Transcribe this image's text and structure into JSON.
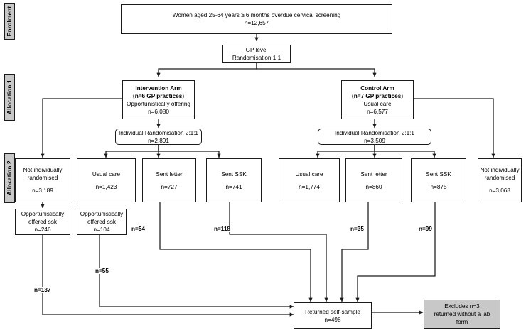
{
  "diagram": {
    "title": "CONSORT participant flow diagram",
    "stages": [
      {
        "id": "enrolment",
        "label": "Enrolment"
      },
      {
        "id": "allocation1",
        "label": "Allocation 1"
      },
      {
        "id": "allocation2",
        "label": "Allocation 2"
      }
    ],
    "nodes": {
      "eligible": {
        "name": "eligible-population-box",
        "lines": [
          {
            "text": "Women aged 25-64 years ≥ 6 months overdue cervical screening",
            "bold": false
          },
          {
            "text": "n=12,657",
            "bold": false
          }
        ]
      },
      "gp_randomisation": {
        "name": "gp-level-randomisation-box",
        "lines": [
          {
            "text": "GP level",
            "bold": false
          },
          {
            "text": "Randomisation 1:1",
            "bold": false
          }
        ]
      },
      "intervention_arm": {
        "name": "intervention-arm-box",
        "lines": [
          {
            "text": "Intervention Arm",
            "bold": true
          },
          {
            "text": "(n=6 GP practices)",
            "bold": true
          },
          {
            "text": "Opportunistically offering",
            "bold": false
          },
          {
            "text": "n=6,080",
            "bold": false
          }
        ]
      },
      "control_arm": {
        "name": "control-arm-box",
        "lines": [
          {
            "text": "Control Arm",
            "bold": true
          },
          {
            "text": "(n=7 GP practices)",
            "bold": true
          },
          {
            "text": "Usual care",
            "bold": false
          },
          {
            "text": "n=6,577",
            "bold": false
          }
        ]
      },
      "ind_rand_left": {
        "name": "individual-randomisation-intervention-box",
        "lines": [
          {
            "text": "Individual Randomisation 2:1:1",
            "bold": false
          },
          {
            "text": "n=2,891",
            "bold": false
          }
        ]
      },
      "ind_rand_right": {
        "name": "individual-randomisation-control-box",
        "lines": [
          {
            "text": "Individual Randomisation 2:1:1",
            "bold": false
          },
          {
            "text": "n=3,509",
            "bold": false
          }
        ]
      },
      "not_rand_left": {
        "name": "not-individually-randomised-intervention-box",
        "lines": [
          {
            "text": "Not individually",
            "bold": false
          },
          {
            "text": "randomised",
            "bold": false
          },
          {
            "text": "",
            "bold": false
          },
          {
            "text": "n=3,189",
            "bold": false
          }
        ]
      },
      "usual_care_left": {
        "name": "usual-care-intervention-box",
        "lines": [
          {
            "text": "Usual care",
            "bold": false
          },
          {
            "text": "",
            "bold": false
          },
          {
            "text": "n=1,423",
            "bold": false
          }
        ]
      },
      "sent_letter_left": {
        "name": "sent-letter-intervention-box",
        "lines": [
          {
            "text": "Sent letter",
            "bold": false
          },
          {
            "text": "",
            "bold": false
          },
          {
            "text": "n=727",
            "bold": false
          }
        ]
      },
      "sent_ssk_left": {
        "name": "sent-ssk-intervention-box",
        "lines": [
          {
            "text": "Sent SSK",
            "bold": false
          },
          {
            "text": "",
            "bold": false
          },
          {
            "text": "n=741",
            "bold": false
          }
        ]
      },
      "usual_care_right": {
        "name": "usual-care-control-box",
        "lines": [
          {
            "text": "Usual care",
            "bold": false
          },
          {
            "text": "",
            "bold": false
          },
          {
            "text": "n=1,774",
            "bold": false
          }
        ]
      },
      "sent_letter_right": {
        "name": "sent-letter-control-box",
        "lines": [
          {
            "text": "Sent letter",
            "bold": false
          },
          {
            "text": "",
            "bold": false
          },
          {
            "text": "n=860",
            "bold": false
          }
        ]
      },
      "sent_ssk_right": {
        "name": "sent-ssk-control-box",
        "lines": [
          {
            "text": "Sent SSK",
            "bold": false
          },
          {
            "text": "",
            "bold": false
          },
          {
            "text": "n=875",
            "bold": false
          }
        ]
      },
      "not_rand_right": {
        "name": "not-individually-randomised-control-box",
        "lines": [
          {
            "text": "Not individually",
            "bold": false
          },
          {
            "text": "randomised",
            "bold": false
          },
          {
            "text": "",
            "bold": false
          },
          {
            "text": "n=3,068",
            "bold": false
          }
        ]
      },
      "opp_offered_a": {
        "name": "opportunistically-offered-ssk-notrand-box",
        "lines": [
          {
            "text": "Opportunistically",
            "bold": false
          },
          {
            "text": "offered ssk",
            "bold": false
          },
          {
            "text": "n=246",
            "bold": false
          }
        ]
      },
      "opp_offered_b": {
        "name": "opportunistically-offered-ssk-usualcare-box",
        "lines": [
          {
            "text": "Opportunistically",
            "bold": false
          },
          {
            "text": "offered ssk",
            "bold": false
          },
          {
            "text": "n=104",
            "bold": false
          }
        ]
      },
      "returned": {
        "name": "returned-self-sample-box",
        "lines": [
          {
            "text": "Returned self-sample",
            "bold": false
          },
          {
            "text": "n=498",
            "bold": false
          }
        ]
      },
      "excluded": {
        "name": "excluded-no-lab-form-box",
        "lines": [
          {
            "text": "Excludes n=3",
            "bold": false
          },
          {
            "text": "returned without a lab",
            "bold": false
          },
          {
            "text": "form",
            "bold": false
          }
        ]
      }
    },
    "edge_labels": {
      "from_sent_letter_left": "n=54",
      "from_sent_ssk_left": "n=118",
      "from_sent_letter_right": "n=35",
      "from_sent_ssk_right": "n=99",
      "from_opp_offered_b": "n=55",
      "from_opp_offered_a": "n=137"
    },
    "colors": {
      "stroke": "#1b1b1b",
      "shaded_fill": "#c8c8c8",
      "background": "#ffffff"
    }
  }
}
